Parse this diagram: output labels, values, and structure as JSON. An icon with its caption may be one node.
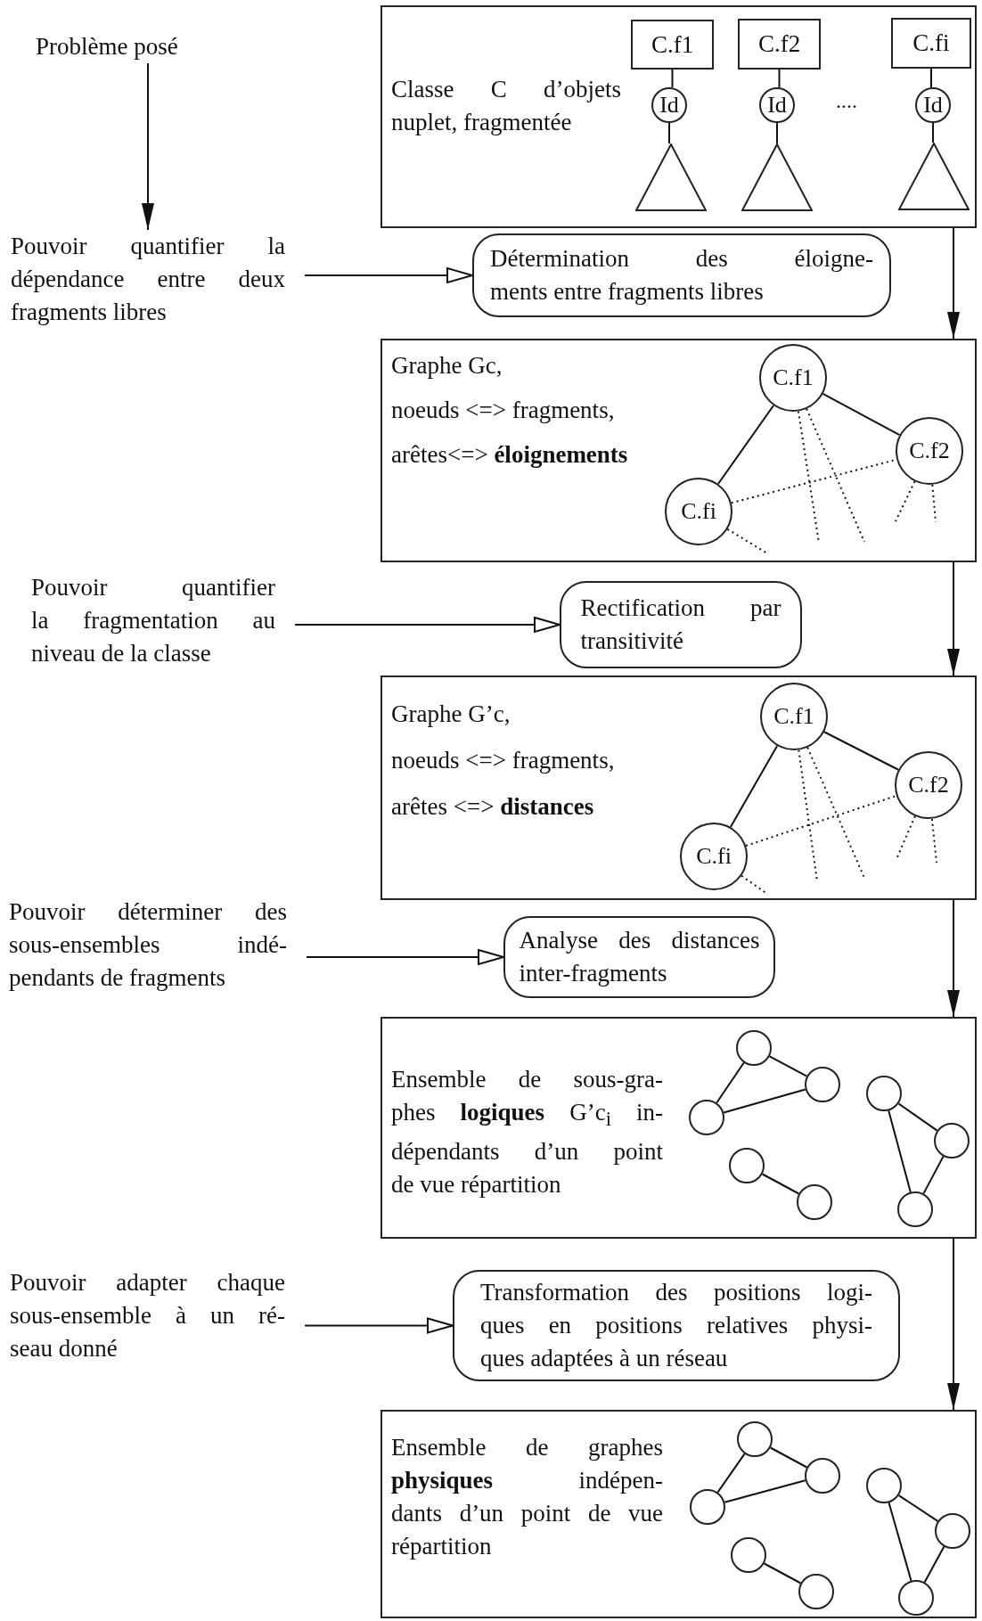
{
  "diagram": {
    "nodes": [
      {
        "text": [
          "Problème posé"
        ]
      },
      {
        "text": [
          "Classe C d’objets nuplet, fragmentée"
        ]
      },
      {
        "text": [
          "C.f1"
        ],
        "in": 1
      },
      {
        "text": [
          "C.f2"
        ],
        "in": 1
      },
      {
        "text": [
          "C.fi"
        ],
        "in": 1
      },
      {
        "text": [
          "Id"
        ],
        "in": 1
      },
      {
        "text": [
          "Id"
        ],
        "in": 1
      },
      {
        "text": [
          "Id"
        ],
        "in": 1
      },
      {
        "text": [],
        "shape": "triangle",
        "in": 1
      },
      {
        "text": [],
        "shape": "triangle",
        "in": 1
      },
      {
        "text": [],
        "shape": "triangle",
        "in": 1
      },
      {
        "text": [
          "Pouvoir quantifier la dépendance entre deux fragments libres"
        ]
      },
      {
        "text": [
          "Détermination des éloigne- ments entre fragments libres"
        ]
      },
      {
        "text": [
          "Graphe Gc,",
          "noeuds <=> fragments,",
          "arêtes<=> **éloignements**"
        ]
      },
      {
        "text": [
          "C.f1"
        ],
        "in": 13
      },
      {
        "text": [
          "C.f2"
        ],
        "in": 13
      },
      {
        "text": [
          "C.fi"
        ],
        "in": 13
      },
      {
        "text": [
          "Pouvoir quantifier la fragmentation au niveau de la classe"
        ]
      },
      {
        "text": [
          "Rectification par transitivité"
        ]
      },
      {
        "text": [
          "Graphe G’c,",
          "noeuds <=> fragments,",
          "arêtes <=> **distances**"
        ]
      },
      {
        "text": [
          "C.f1"
        ],
        "in": 19
      },
      {
        "text": [
          "C.f2"
        ],
        "in": 19
      },
      {
        "text": [
          "C.fi"
        ],
        "in": 19
      },
      {
        "text": [
          "Pouvoir déterminer des sous-ensembles indé- pendants de fragments"
        ]
      },
      {
        "text": [
          "Analyse des distances inter-fragments"
        ]
      },
      {
        "text": [
          "Ensemble de sous-gra- phes **logiques** G’c$_{i}$ in- dépendants d’un point de vue répartition"
        ]
      },
      {
        "text": [],
        "shape": "circle",
        "in": 25
      },
      {
        "text": [],
        "shape": "circle",
        "in": 25
      },
      {
        "text": [],
        "shape": "circle",
        "in": 25
      },
      {
        "text": [],
        "shape": "circle",
        "in": 25
      },
      {
        "text": [],
        "shape": "circle",
        "in": 25
      },
      {
        "text": [],
        "shape": "circle",
        "in": 25
      },
      {
        "text": [],
        "shape": "circle",
        "in": 25
      },
      {
        "text": [],
        "shape": "circle",
        "in": 25
      },
      {
        "text": [
          "Pouvoir adapter chaque sous-ensemble à un ré- seau donné"
        ]
      },
      {
        "text": [
          "Transformation des positions logi- ques en positions relatives physi- ques adaptées à un réseau"
        ]
      },
      {
        "text": [
          "Ensemble de graphes **physiques** indépen- dants d’un point de vue répartition"
        ]
      },
      {
        "text": [],
        "shape": "circle",
        "in": 36
      },
      {
        "text": [],
        "shape": "circle",
        "in": 36
      },
      {
        "text": [],
        "shape": "circle",
        "in": 36
      },
      {
        "text": [],
        "shape": "circle",
        "in": 36
      },
      {
        "text": [],
        "shape": "circle",
        "in": 36
      },
      {
        "text": [],
        "shape": "circle",
        "in": 36
      },
      {
        "text": [],
        "shape": "circle",
        "in": 36
      },
      {
        "text": [],
        "shape": "circle",
        "in": 36
      }
    ],
    "edges": [
      {
        "from": 0,
        "to": 11,
        "arrow": "to"
      },
      {
        "from": 11,
        "to": 12,
        "arrow": "to"
      },
      {
        "from": 17,
        "to": 18,
        "arrow": "to"
      },
      {
        "from": 23,
        "to": 24,
        "arrow": "to"
      },
      {
        "from": 34,
        "to": 35,
        "arrow": "to"
      },
      {
        "from": 1,
        "to": 13,
        "arrow": "to"
      },
      {
        "from": 13,
        "to": 19,
        "arrow": "to"
      },
      {
        "from": 19,
        "to": 25,
        "arrow": "to"
      },
      {
        "from": 25,
        "to": 36,
        "arrow": "to"
      },
      {
        "from": 2,
        "to": 5,
        "arrow": "none"
      },
      {
        "from": 5,
        "to": 8,
        "arrow": "none"
      },
      {
        "from": 3,
        "to": 6,
        "arrow": "none"
      },
      {
        "from": 6,
        "to": 9,
        "arrow": "none"
      },
      {
        "from": 4,
        "to": 7,
        "arrow": "none"
      },
      {
        "from": 7,
        "to": 10,
        "arrow": "none"
      },
      {
        "from": 14,
        "to": 15,
        "arrow": "none"
      },
      {
        "from": 14,
        "to": 16,
        "arrow": "none"
      },
      {
        "from": 16,
        "to": 15,
        "arrow": "none",
        "style": "dashed"
      },
      {
        "from": 14,
        "to": null,
        "arrow": "none",
        "style": "dashed"
      },
      {
        "from": 14,
        "to": null,
        "arrow": "none",
        "style": "dashed"
      },
      {
        "from": 15,
        "to": null,
        "arrow": "none",
        "style": "dashed"
      },
      {
        "from": 15,
        "to": null,
        "arrow": "none",
        "style": "dashed"
      },
      {
        "from": 16,
        "to": null,
        "arrow": "none",
        "style": "dashed"
      },
      {
        "from": 20,
        "to": 21,
        "arrow": "none"
      },
      {
        "from": 20,
        "to": 22,
        "arrow": "none"
      },
      {
        "from": 22,
        "to": 21,
        "arrow": "none",
        "style": "dashed"
      },
      {
        "from": 20,
        "to": null,
        "arrow": "none",
        "style": "dashed"
      },
      {
        "from": 20,
        "to": null,
        "arrow": "none",
        "style": "dashed"
      },
      {
        "from": 21,
        "to": null,
        "arrow": "none",
        "style": "dashed"
      },
      {
        "from": 21,
        "to": null,
        "arrow": "none",
        "style": "dashed"
      },
      {
        "from": 22,
        "to": null,
        "arrow": "none",
        "style": "dashed"
      },
      {
        "from": 26,
        "to": 27,
        "arrow": "none"
      },
      {
        "from": 26,
        "to": 28,
        "arrow": "none"
      },
      {
        "from": 28,
        "to": 27,
        "arrow": "none"
      },
      {
        "from": 29,
        "to": 30,
        "arrow": "none"
      },
      {
        "from": 31,
        "to": 32,
        "arrow": "none"
      },
      {
        "from": 31,
        "to": 33,
        "arrow": "none"
      },
      {
        "from": 32,
        "to": 33,
        "arrow": "none"
      },
      {
        "from": 37,
        "to": 38,
        "arrow": "none"
      },
      {
        "from": 37,
        "to": 39,
        "arrow": "none"
      },
      {
        "from": 39,
        "to": 38,
        "arrow": "none"
      },
      {
        "from": 40,
        "to": 41,
        "arrow": "none"
      },
      {
        "from": 42,
        "to": 43,
        "arrow": "none"
      },
      {
        "from": 42,
        "to": 44,
        "arrow": "none"
      },
      {
        "from": 43,
        "to": 44,
        "arrow": "none"
      }
    ],
    "labels": [
      "...."
    ]
  }
}
